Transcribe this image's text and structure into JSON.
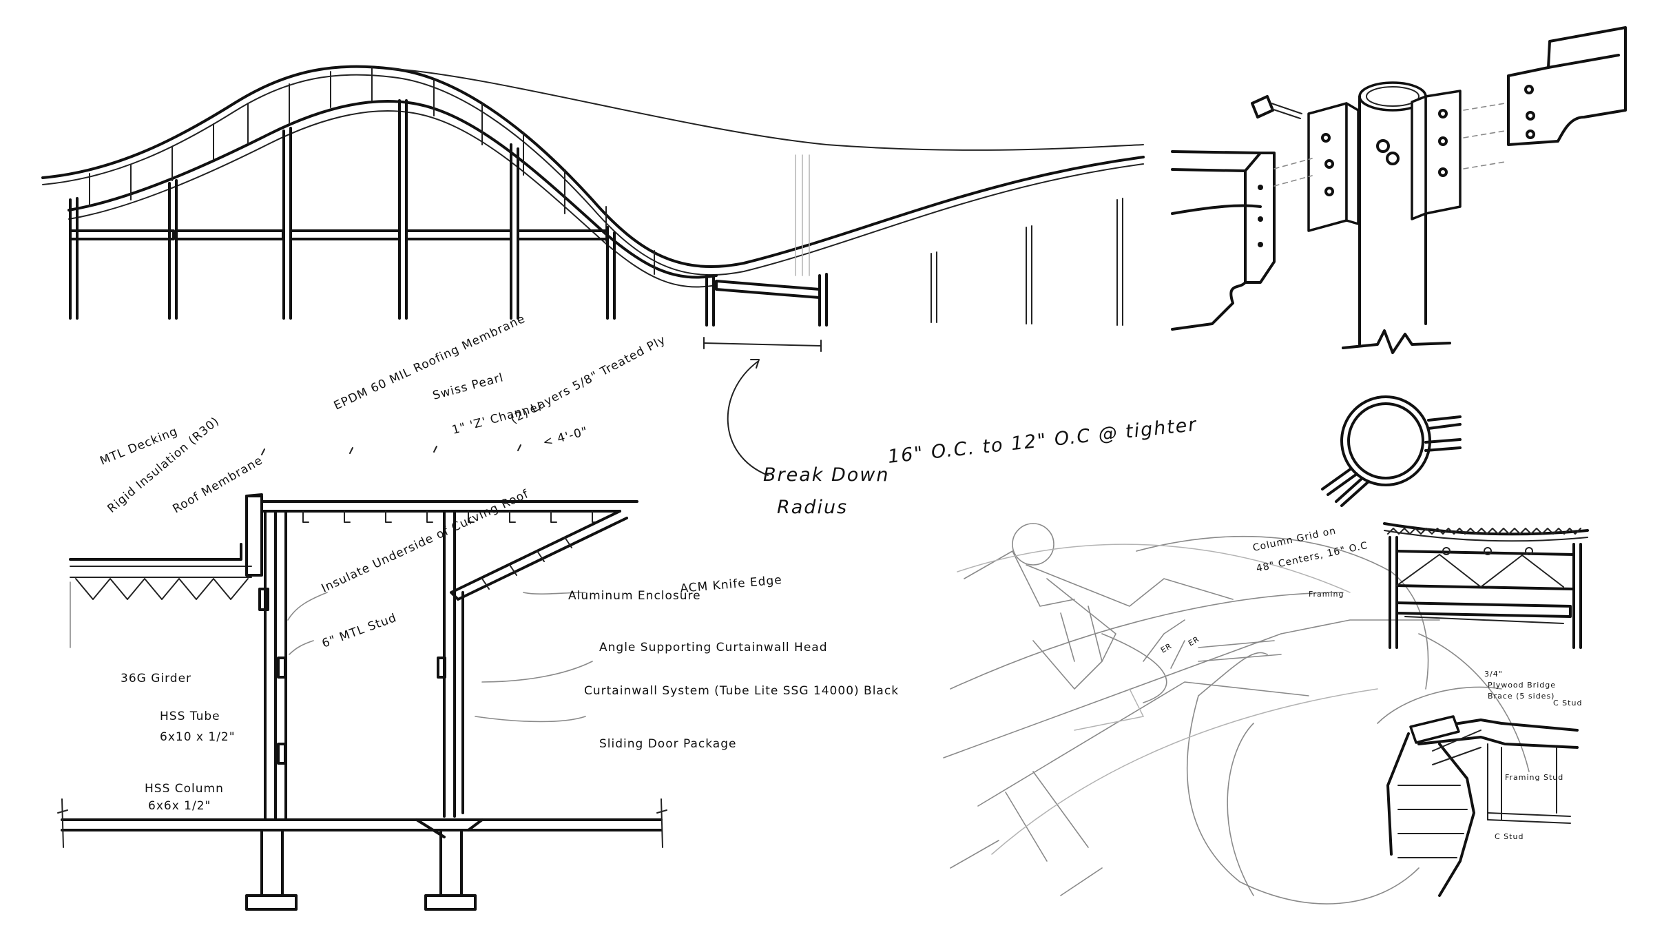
{
  "annotations": {
    "break_down_1": "Break Down",
    "break_down_2": "16\" O.C. to 12\" O.C @ tighter",
    "break_down_3": "Radius",
    "mtl_decking": "MTL Decking",
    "rigid_insulation": "Rigid Insulation (R30)",
    "roof_membrane": "Roof Membrane",
    "epdm": "EPDM 60 MIL Roofing Membrane",
    "swiss_pearl": "Swiss Pearl",
    "z_channel": "1\" 'Z' Channel",
    "treated_ply": "(2) Layers 5/8\" Treated Ply",
    "spacing": "< 4'-0\"",
    "insulate_underside": "Insulate Underside of Curving Roof",
    "mtl_stud": "6\" MTL Stud",
    "aluminum_enclosure": "Aluminum Enclosure",
    "acm_knife_edge": "ACM Knife Edge",
    "angle_supporting": "Angle Supporting Curtainwall Head",
    "curtainwall_system": "Curtainwall System (Tube Lite SSG 14000) Black",
    "sliding_door": "Sliding Door Package",
    "girder": "36G Girder",
    "hss_tube_1": "HSS Tube",
    "hss_tube_2": "6x10 x 1/2\"",
    "hss_column_1": "HSS Column",
    "hss_column_2": "6x6x 1/2\"",
    "column_grid_1": "Column Grid on",
    "column_grid_2": "48\" Centers, 16\" O.C",
    "framing": "Framing",
    "plywood_1": "3/4\"",
    "plywood_2": "Plywood Bridge",
    "plywood_3": "Brace (5 sides)",
    "c_stud_1": "C Stud",
    "framing_stud": "Framing Stud",
    "c_stud_2": "C Stud",
    "er_1": "ER",
    "er_2": "ER"
  },
  "colors": {
    "ink": "#111111",
    "pencil": "#b3b3b3",
    "paper": "#ffffff"
  }
}
